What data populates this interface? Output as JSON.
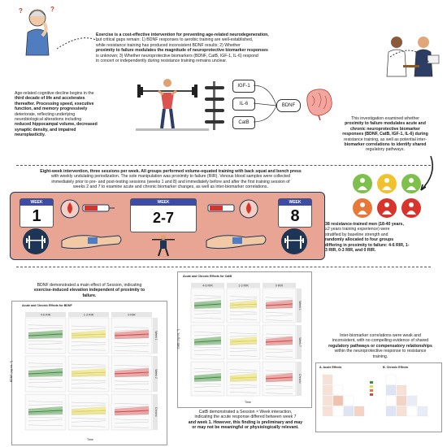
{
  "top_center": {
    "p1": "Exercise is a cost-effective intervention for preventing age-related neurodegeneration,",
    "p2": "but critical gaps remain: 1) BDNF responses to aerobic training are well-established,",
    "p3": "while resistance training has produced inconsistent BDNF results; 2) Whether",
    "p4": "proximity to failure modulates the magnitude of neuroprotective biomarker responses",
    "p5": "is unknown; 3) Whether neuroprotective biomarkers (BDNF, CatB, IGF-1, IL-6) respond",
    "p6": "in concert or independently during resistance training remains unclear."
  },
  "left_text": {
    "l1": "Age-related cognitive decline begins in the",
    "l2": "third decade of life and accelerates",
    "l3": "thereafter. Processing speed, executive",
    "l4": "function, and memory progressively",
    "l5": "deteriorate, reflecting underlying",
    "l6": "neurobiological alterations including",
    "l7": "reduced hippocampal volume, decreased",
    "l8": "synaptic density, and impaired",
    "l9": "neuroplasticity."
  },
  "biomarkers": {
    "igf1": "IGF-1",
    "il6": "IL-6",
    "catb": "CatB",
    "bdnf": "BDNF"
  },
  "right_text": {
    "r1": "This investigation examined whether",
    "r2": "proximity to failure modulates acute and",
    "r3": "chronic neuroprotective biomarker",
    "r4": "responses (BDNF, CatB, IGF-1, IL-6) during",
    "r5": "resistance training, as well as potential inter-",
    "r6": "biomarker correlations to identify shared",
    "r7": "regulatory pathways."
  },
  "methods": {
    "m1": "Eight-week intervention, three sessions per week. All groups performed volume-equated training with back squat and bench press",
    "m2": "with weekly undulating periodization. The sole manipulation was proximity to failure (RIR). Venous blood samples were collected",
    "m3": "immediately prior to pre- and post-testing sessions (weeks 1 and 8) and immediately before and after the first training session of",
    "m4": "weeks 2 and 7 to examine acute and chronic biomarker changes, as well as inter-biomarker correlations."
  },
  "weeks": [
    {
      "header": "WEEK",
      "number": "1"
    },
    {
      "header": "WEEK",
      "number": "2-7"
    },
    {
      "header": "WEEK",
      "number": "8"
    }
  ],
  "participants": {
    "t1": "38 resistance-trained men (18-40 years,",
    "t2": "≥2 years training experience) were",
    "t3": "stratified by baseline strength and",
    "t4": "randomly allocated to four groups",
    "t5": "differing in proximity to failure: 4-6 RIR, 1-",
    "t6": "3 RIR, 0-3 RIR, and 0 RIR.",
    "group_colors": [
      "#7dc04b",
      "#f2c12e",
      "#e8783a",
      "#d8342c"
    ]
  },
  "bdnf_result": {
    "l1": "BDNF demonstrated a main effect of Session, indicating",
    "l2": "exercise-induced elevation independent of proximity to",
    "l3": "failure."
  },
  "catb_result": {
    "l1": "CatB demonstrated a Session × Week interaction,",
    "l2": "indicating the acute response differed between week 7",
    "l3": "and week 1. However, this finding is preliminary and may",
    "l4": "or may not be meaningful or physiologically relevant."
  },
  "correlation_result": {
    "l1": "Inter-biomarker correlations were weak and",
    "l2": "inconsistent, with no compelling evidence of shared",
    "l3": "regulatory pathways or compensatory relationships",
    "l4": "within the neuroprotective response to resistance",
    "l5": "training."
  },
  "bdnf_plot": {
    "title": "Acute and Chronic Effects for BDNF",
    "facets": [
      "4-6 RIR",
      "1-3 RIR",
      "0 RIR"
    ],
    "rows": [
      "Week 1",
      "Week 2",
      "Chronic"
    ],
    "ylabel": "BDNF (ng·mL⁻¹)",
    "xlabel": "Time",
    "colors": [
      "#3f8f3a",
      "#e5d84a",
      "#d84a4a"
    ]
  },
  "catb_plot": {
    "title": "Acute and Chronic Effects for CatB",
    "facets": [
      "4-6 RIR",
      "1-3 RIR",
      "0 RIR"
    ],
    "rows": [
      "Week 1",
      "Week 7",
      "Chronic"
    ],
    "ylabel": "CatB (ng·mL⁻¹)",
    "xlabel": "Time",
    "colors": [
      "#3f8f3a",
      "#e5d84a",
      "#d84a4a"
    ]
  },
  "corr_plot": {
    "panel_a": "A. Acute Effects",
    "panel_b": "B. Chronic Effects"
  }
}
